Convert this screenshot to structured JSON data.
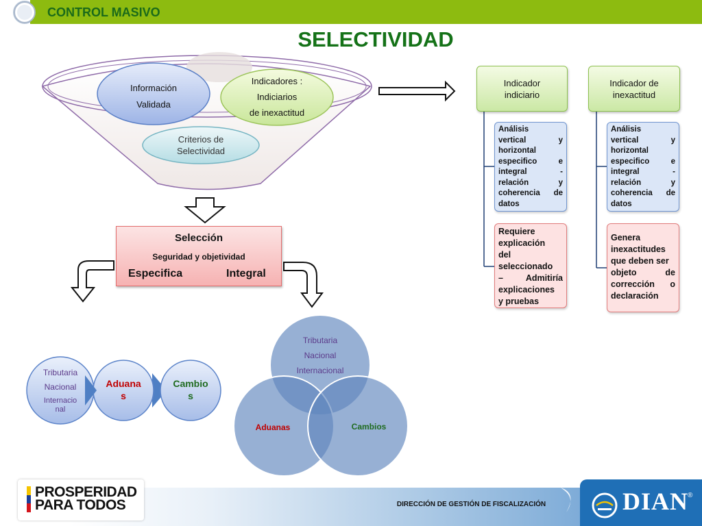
{
  "header": {
    "section_title": "CONTROL MASIVO"
  },
  "slide": {
    "title": "SELECTIVIDAD"
  },
  "funnel": {
    "info": [
      "Información",
      "Validada"
    ],
    "indicadores": [
      "Indicadores :",
      "Indiciarios",
      "de inexactitud"
    ],
    "criterios": [
      "Criterios de",
      "Selectividad"
    ]
  },
  "seleccion": {
    "title": "Selección",
    "subtitle": "Seguridad y objetividad",
    "left": "Especifica",
    "right": "Integral"
  },
  "chevrons": [
    {
      "lines": [
        "Tributaria",
        "Nacional"
      ],
      "sub": [
        "Internacio",
        "nal"
      ]
    },
    {
      "lines": [
        "Aduana",
        "s"
      ]
    },
    {
      "lines": [
        "Cambio",
        "s"
      ]
    }
  ],
  "venn": {
    "top": [
      "Tributaria",
      "Nacional",
      "Internacional"
    ],
    "left": "Aduanas",
    "right": "Cambios"
  },
  "indicators": [
    {
      "header": [
        "Indicador",
        "indiciario"
      ],
      "analysis": [
        "Análisis",
        "vertical y",
        "horizontal",
        "especifico e",
        "integral -",
        "relación y",
        "coherencia de",
        "datos"
      ],
      "note": [
        "Requiere",
        "explicación",
        "del",
        "seleccionado",
        "– Admitiría",
        "explicaciones",
        "y pruebas"
      ]
    },
    {
      "header": [
        "Indicador de",
        "inexactitud"
      ],
      "analysis": [
        "Análisis",
        "vertical y",
        "horizontal",
        "especifico e",
        "integral -",
        "relación y",
        "coherencia de",
        "datos"
      ],
      "note": [
        "Genera",
        "inexactitudes",
        "que deben ser",
        "objeto de",
        "corrección o",
        "declaración"
      ]
    }
  ],
  "footer": {
    "department": "DIRECCIÓN DE GESTIÓN DE FISCALIZACIÓN",
    "logo_left": [
      "PROSPERIDAD",
      "PARA TODOS"
    ],
    "logo_right": "DIAN",
    "registered": "®"
  },
  "colors": {
    "green_bar": "#8dbb10",
    "title_green": "#157218",
    "aduanas_red": "#c00000",
    "cambios_green": "#1f6b1f",
    "purple_text": "#5b3a8a"
  }
}
